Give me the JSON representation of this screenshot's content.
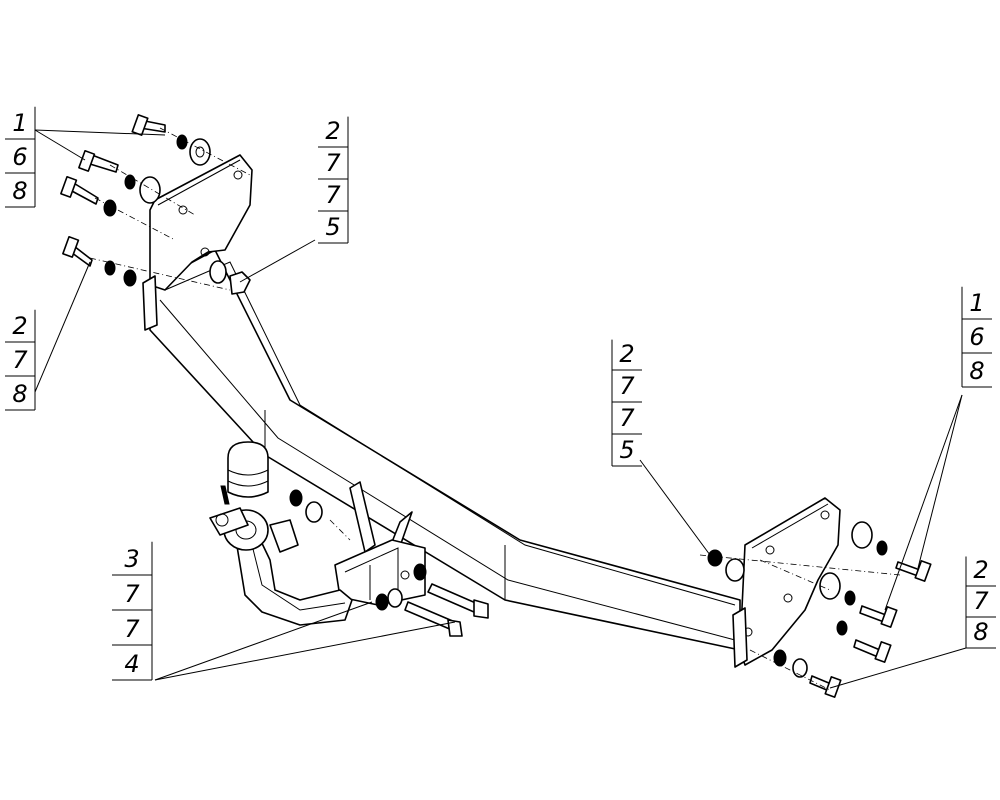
{
  "callouts": [
    {
      "id": "top-left",
      "values": [
        "1",
        "6",
        "8"
      ]
    },
    {
      "id": "mid-left",
      "values": [
        "2",
        "7",
        "8"
      ]
    },
    {
      "id": "top-center",
      "values": [
        "2",
        "7",
        "7",
        "5"
      ]
    },
    {
      "id": "center-right",
      "values": [
        "2",
        "7",
        "7",
        "5"
      ]
    },
    {
      "id": "right",
      "values": [
        "1",
        "6",
        "8"
      ]
    },
    {
      "id": "bottom-right",
      "values": [
        "2",
        "7",
        "8"
      ]
    },
    {
      "id": "bottom-left",
      "values": [
        "3",
        "7",
        "7",
        "4"
      ]
    }
  ]
}
